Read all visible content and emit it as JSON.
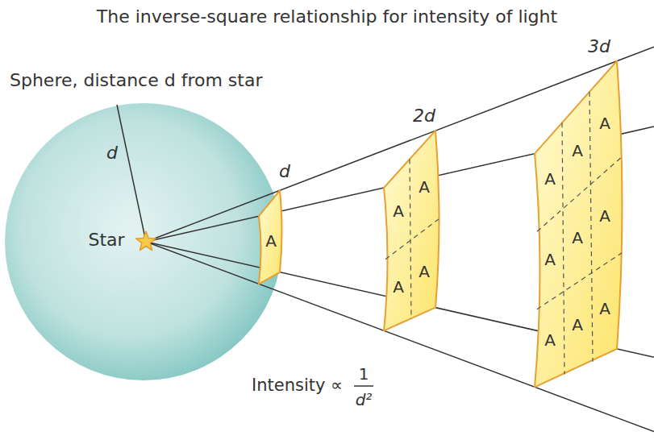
{
  "diagram": {
    "title": "The inverse-square relationship for intensity of light",
    "labels": [
      "Sphere, distance d from star",
      "d",
      "Star",
      "d",
      "2d",
      "3d",
      "A",
      "A",
      "A",
      "A",
      "A",
      "A",
      "A",
      "A",
      "A",
      "A",
      "A",
      "A",
      "A",
      "A",
      "Intensity ∝",
      "1",
      "d²"
    ]
  }
}
